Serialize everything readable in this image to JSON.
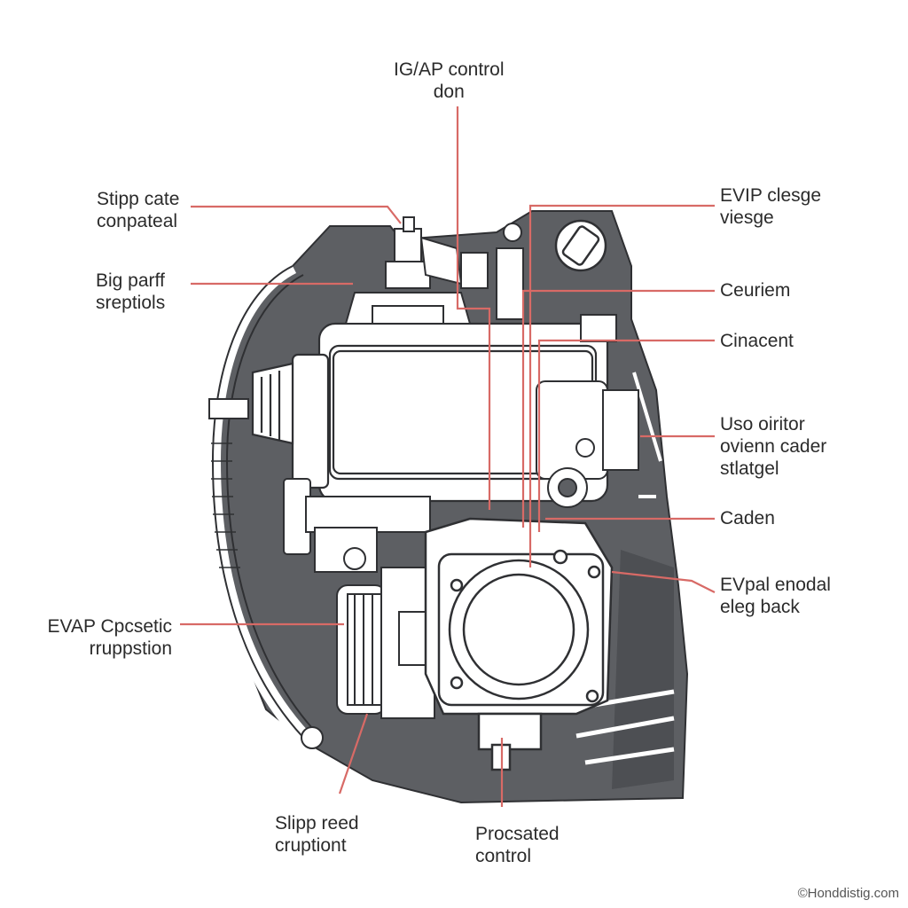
{
  "colors": {
    "leader_line": "#d86a66",
    "housing": "#5d5f63",
    "part_fill": "#ffffff",
    "outline": "#2f3033",
    "label_text": "#2b2b2b"
  },
  "labels": {
    "top": [
      "IG/AP control",
      "don"
    ],
    "left_1": [
      "Stipp cate",
      "conpateal"
    ],
    "left_2": [
      "Big parff",
      "sreptiols"
    ],
    "left_3": [
      "EVAP Cpcsetic",
      "rruppstion"
    ],
    "bottom_left": [
      "Slipp reed",
      "cruptiont"
    ],
    "bottom_center": [
      "Procsated",
      "control"
    ],
    "right_1": [
      "EVIP clesge",
      "viesge"
    ],
    "right_2": [
      "Ceuriem"
    ],
    "right_3": [
      "Cinacent"
    ],
    "right_4": [
      "Uso oiritor",
      "ovienn cader",
      "stlatgel"
    ],
    "right_5": [
      "Caden"
    ],
    "right_6": [
      "EVpal enodal",
      "eleg back"
    ]
  },
  "watermark": "©Honddistig.com"
}
